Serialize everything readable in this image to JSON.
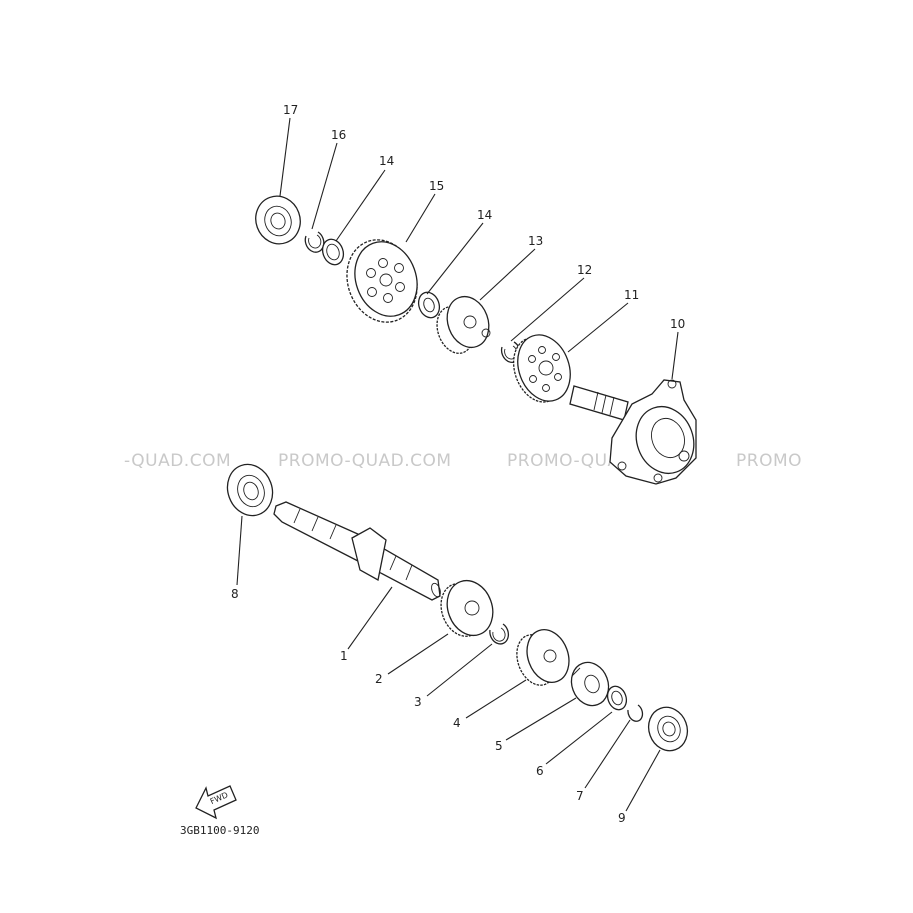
{
  "diagram": {
    "watermarks": [
      "-QUAD.COM",
      "PROMO-QUAD.COM",
      "PROMO-QUAD.COM",
      "PROMO"
    ],
    "part_code": "3GB1100-9120",
    "fwd_label": "FWD",
    "callouts": {
      "c1": "1",
      "c2": "2",
      "c3": "3",
      "c4": "4",
      "c5": "5",
      "c6": "6",
      "c7": "7",
      "c8": "8",
      "c9": "9",
      "c10": "10",
      "c11": "11",
      "c12": "12",
      "c13": "13",
      "c14a": "14",
      "c14b": "14",
      "c15": "15",
      "c16": "16",
      "c17": "17"
    }
  }
}
